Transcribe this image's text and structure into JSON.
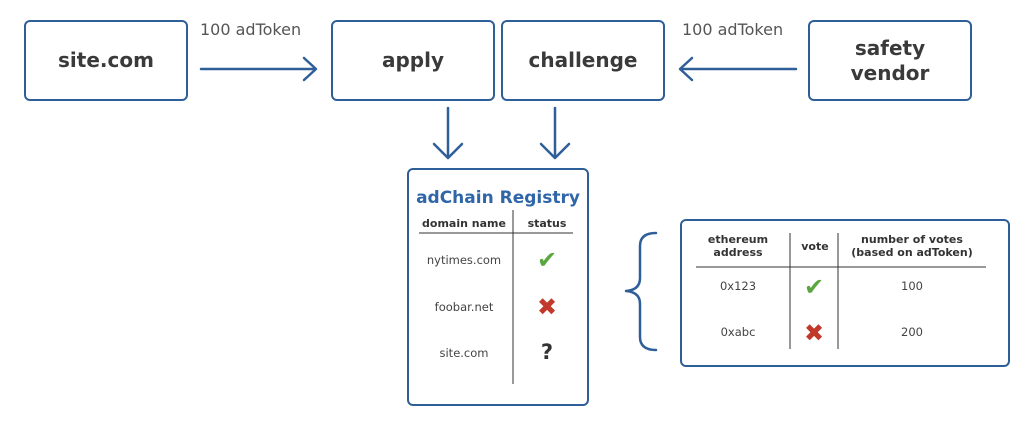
{
  "nodes": {
    "site": "site.com",
    "apply": "apply",
    "challenge": "challenge",
    "vendor_line1": "safety",
    "vendor_line2": "vendor"
  },
  "edges": {
    "site_to_apply": "100 adToken",
    "vendor_to_challenge": "100 adToken"
  },
  "registry": {
    "title": "adChain Registry",
    "col_domain": "domain name",
    "col_status": "status",
    "rows": [
      {
        "domain": "nytimes.com",
        "status": "accepted",
        "glyph": "✔"
      },
      {
        "domain": "foobar.net",
        "status": "rejected",
        "glyph": "✖"
      },
      {
        "domain": "site.com",
        "status": "pending",
        "glyph": "?"
      }
    ]
  },
  "votes": {
    "col_address_line1": "ethereum",
    "col_address_line2": "address",
    "col_vote": "vote",
    "col_count_line1": "number of votes",
    "col_count_line2": "(based on adToken)",
    "rows": [
      {
        "address": "0x123",
        "vote": "yes",
        "glyph": "✔",
        "count": "100"
      },
      {
        "address": "0xabc",
        "vote": "no",
        "glyph": "✖",
        "count": "200"
      }
    ]
  },
  "colors": {
    "border": "#2f5f98",
    "title": "#2f66a8",
    "check": "#5aa641",
    "cross": "#c0392b"
  }
}
